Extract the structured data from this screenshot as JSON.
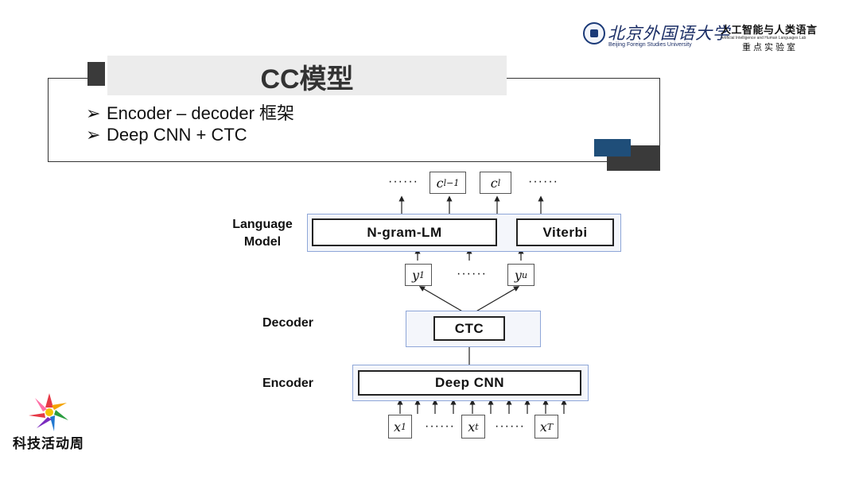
{
  "header": {
    "university_cn": "北京外国语大学",
    "university_en": "Beijing Foreign Studies University",
    "lab_cn": "人工智能与人类语言",
    "lab_en": "Artificial Intelligence and Human Languages Lab",
    "lab_cn_2": "重点实验室"
  },
  "slide": {
    "title": "CC模型",
    "bullets": [
      "Encoder – decoder 框架",
      "Deep CNN + CTC"
    ],
    "bullet_marker": "➢"
  },
  "diagram": {
    "labels": {
      "language_model": "Language\nModel",
      "decoder": "Decoder",
      "encoder": "Encoder"
    },
    "blocks": {
      "ngram": "N-gram-LM",
      "viterbi": "Viterbi",
      "ctc": "CTC",
      "deep_cnn": "Deep CNN"
    },
    "outputs": {
      "c_l_minus_1": {
        "base": "c",
        "sub": "l−1"
      },
      "c_l": {
        "base": "c",
        "sub": "l"
      }
    },
    "mid": {
      "y1": {
        "base": "y",
        "sub": "1"
      },
      "yu": {
        "base": "y",
        "sub": "u"
      }
    },
    "inputs": {
      "x1": {
        "base": "x",
        "sub": "1"
      },
      "xt": {
        "base": "x",
        "sub": "t"
      },
      "xT": {
        "base": "x",
        "sub": "T"
      }
    },
    "ellipsis": "······"
  },
  "footer": {
    "logo_text": "科技活动周"
  },
  "colors": {
    "accent_blue": "#1f4e79",
    "dark_gray": "#3a3a3a",
    "box_border_blue": "#8ea6d8"
  }
}
